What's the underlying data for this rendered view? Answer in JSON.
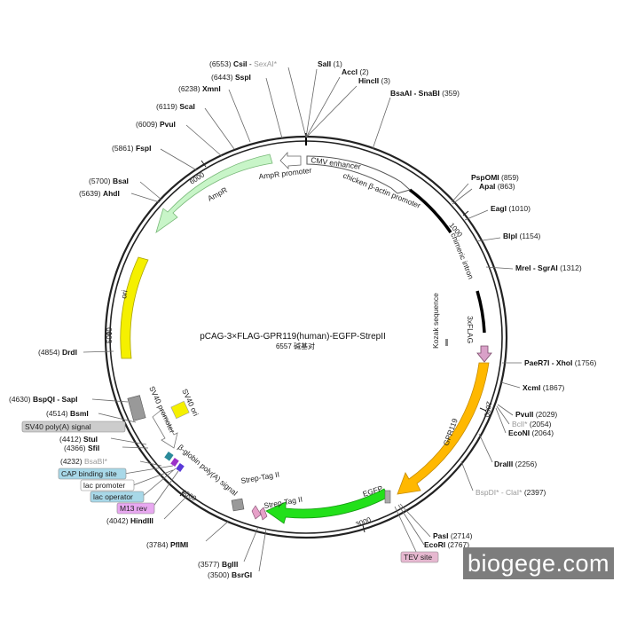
{
  "plasmid": {
    "name": "pCAG-3×FLAG-GPR119(human)-EGFP-StrepII",
    "length": "6557 碱基对"
  },
  "ticks": [
    "1000",
    "2000",
    "3000",
    "4000",
    "5000",
    "6000"
  ],
  "features": {
    "cmv": "CMV enhancer",
    "cba": "chicken β-actin promoter",
    "intron": "chimeric intron",
    "kozak": "Kozak sequence",
    "flag": "3xFLAG",
    "gpr": "GPR119",
    "egfp": "EGFP",
    "strep1": "Strep-Tag II",
    "strep2": "Strep-Tag II",
    "bglobin": "β-globin poly(A) signal",
    "sv40ori": "SV40 ori",
    "sv40prom": "SV40 promoter",
    "ori": "ori",
    "ampr": "AmpR",
    "amprprom": "AmpR promoter"
  },
  "sites": {
    "sali": {
      "name": "SalI",
      "pos": "(1)"
    },
    "acci": {
      "name": "AccI",
      "pos": "(2)"
    },
    "hincii": {
      "name": "HincII",
      "pos": "(3)"
    },
    "bsaai": {
      "name": "BsaAI - SnaBI",
      "pos": "(359)"
    },
    "pspomi": {
      "name": "PspOMI",
      "pos": "(859)"
    },
    "apai": {
      "name": "ApaI",
      "pos": "(863)"
    },
    "eagi": {
      "name": "EagI",
      "pos": "(1010)"
    },
    "blpi": {
      "name": "BlpI",
      "pos": "(1154)"
    },
    "mrei": {
      "name": "MreI - SgrAI",
      "pos": "(1312)"
    },
    "paer7i": {
      "name": "PaeR7I - XhoI",
      "pos": "(1756)"
    },
    "xcmi": {
      "name": "XcmI",
      "pos": "(1867)"
    },
    "pvuii": {
      "name": "PvuII",
      "pos": "(2029)"
    },
    "bcli": {
      "name": "BclI*",
      "pos": "(2054)"
    },
    "econi": {
      "name": "EcoNI",
      "pos": "(2064)"
    },
    "draiii": {
      "name": "DraIII",
      "pos": "(2256)"
    },
    "bspdi": {
      "name": "BspDI* - ClaI*",
      "pos": "(2397)"
    },
    "pasi": {
      "name": "PasI",
      "pos": "(2714)"
    },
    "ecori": {
      "name": "EcoRI",
      "pos": "(2767)"
    },
    "bsrgi": {
      "name": "BsrGI",
      "pos": "(3500)"
    },
    "bglii": {
      "name": "BglII",
      "pos": "(3577)"
    },
    "pflmi": {
      "name": "PflMI",
      "pos": "(3784)"
    },
    "hindiii": {
      "name": "HindIII",
      "pos": "(4042)"
    },
    "bsabi": {
      "name": "BsaBI*",
      "pos": "(4232)"
    },
    "sfii": {
      "name": "SfiI",
      "pos": "(4366)"
    },
    "stui": {
      "name": "StuI",
      "pos": "(4412)"
    },
    "bsmi": {
      "name": "BsmI",
      "pos": "(4514)"
    },
    "bspqi": {
      "name": "BspQI - SapI",
      "pos": "(4630)"
    },
    "drdi": {
      "name": "DrdI",
      "pos": "(4854)"
    },
    "ahdi": {
      "name": "AhdI",
      "pos": "(5639)"
    },
    "bsai": {
      "name": "BsaI",
      "pos": "(5700)"
    },
    "fspi": {
      "name": "FspI",
      "pos": "(5861)"
    },
    "pvui": {
      "name": "PvuI",
      "pos": "(6009)"
    },
    "scai": {
      "name": "ScaI",
      "pos": "(6119)"
    },
    "xmni": {
      "name": "XmnI",
      "pos": "(6238)"
    },
    "sspi": {
      "name": "SspI",
      "pos": "(6443)"
    },
    "csii": {
      "name": "CsiI",
      "sep": " - ",
      "name2": "SexAI*",
      "pos": "(6553)"
    }
  },
  "tags": {
    "tev": "TEV site",
    "sv40pa": "SV40 poly(A) signal",
    "cap": "CAP binding site",
    "lacprom": "lac promoter",
    "lacop": "lac operator",
    "m13": "M13 rev"
  },
  "colors": {
    "ampr": "#c8f5c8",
    "ori": "#f5f000",
    "gpr": "#ffb800",
    "egfp": "#22e01a",
    "flag": "#d9a0c8",
    "cap": "#a8d8e8",
    "m13": "#e8a8f0",
    "tev": "#e6b8d0",
    "lacprom": "#ffffff",
    "sv40pa": "#cccccc"
  },
  "watermark": "biogege.com"
}
